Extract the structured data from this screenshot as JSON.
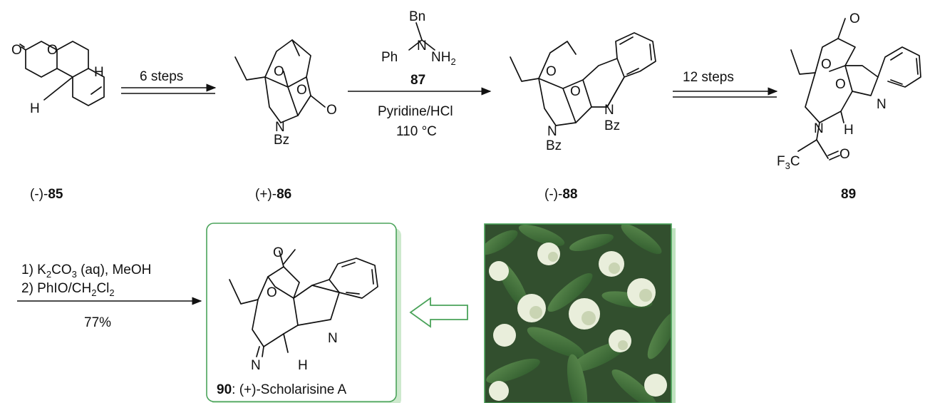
{
  "compounds": {
    "c85": {
      "prefix": "(-)-",
      "num": "85"
    },
    "c86": {
      "prefix": "(+)-",
      "num": "86"
    },
    "c88": {
      "prefix": "(-)-",
      "num": "88"
    },
    "c89": {
      "prefix": "",
      "num": "89"
    },
    "c90": {
      "num": "90",
      "name": ": (+)-Scholarisine A"
    }
  },
  "atoms": {
    "O": "O",
    "H": "H",
    "N": "N",
    "Bz": "Bz",
    "F3C": "F",
    "F3C_sub": "3",
    "F3C_C": "C"
  },
  "reagent_87": {
    "bn": "Bn",
    "ph": "Ph",
    "n": "N",
    "nh2": "NH",
    "nh2_sub": "2",
    "num": "87"
  },
  "arrows": {
    "a1": {
      "above": "6 steps"
    },
    "a2": {
      "below1": "Pyridine/HCl",
      "below2": "110 °C"
    },
    "a3": {
      "above": "12 steps"
    },
    "a4": {
      "line1_a": "1) K",
      "line1_sub1": "2",
      "line1_b": "CO",
      "line1_sub2": "3",
      "line1_c": " (aq), MeOH",
      "line2_a": "2)     PhIO/CH",
      "line2_sub": "2",
      "line2_b": "Cl",
      "line2_sub2": "2",
      "yield": "77%"
    }
  },
  "colors": {
    "accent_green": "#4aa35a",
    "frame_shadow": "#b9e0b9",
    "plant_leaf": "#3f6a3a",
    "flower": "#e8eddd"
  }
}
